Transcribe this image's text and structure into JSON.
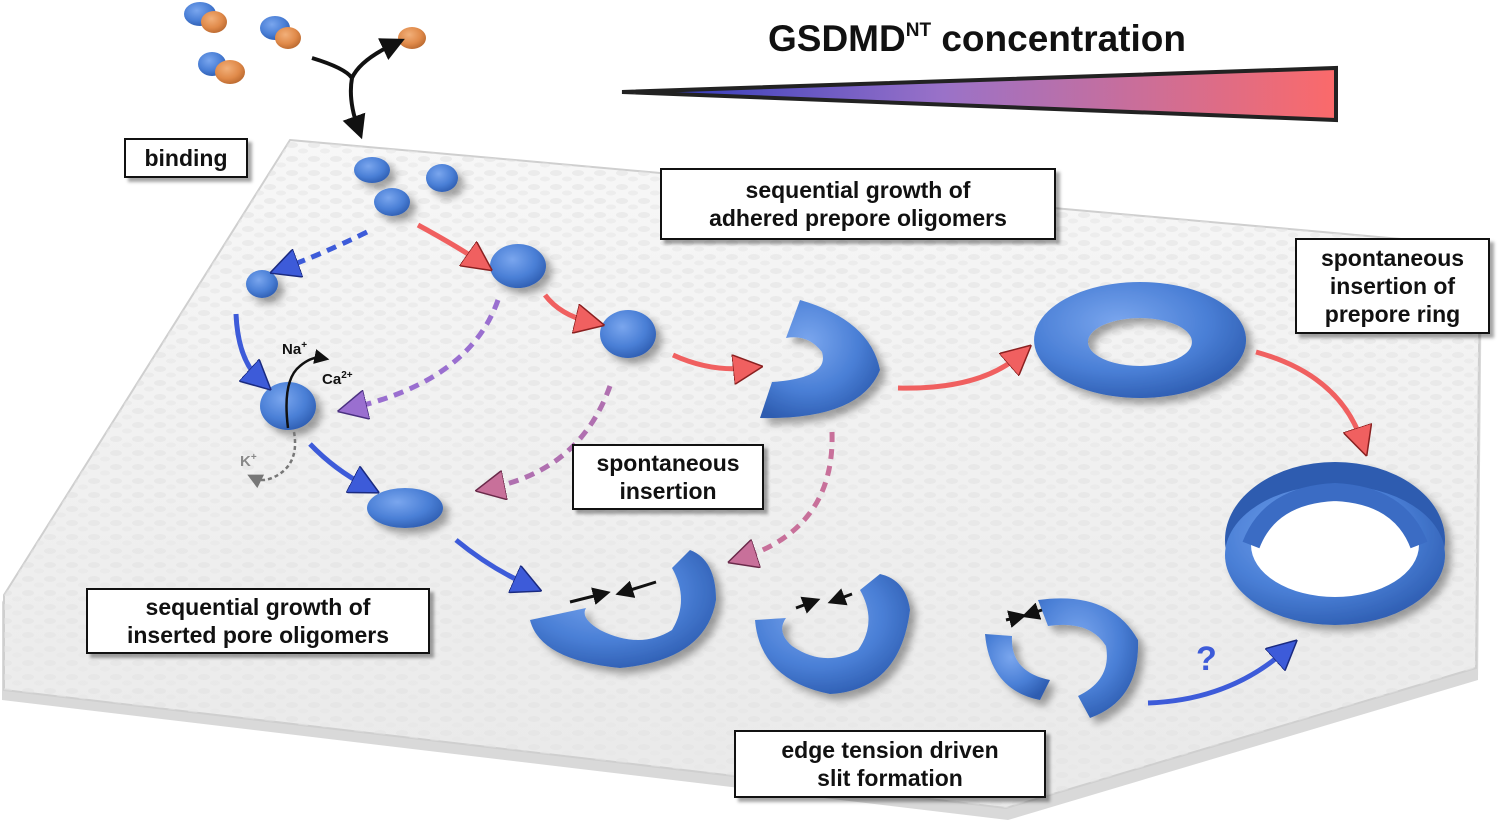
{
  "title": {
    "main": "GSDMD",
    "superscript": "NT",
    "rest": " concentration"
  },
  "labels": {
    "binding": "binding",
    "prepore_growth": [
      "sequential growth of",
      "adhered prepore oligomers"
    ],
    "spontaneous_insertion_ring": [
      "spontaneous",
      "insertion of",
      "prepore ring"
    ],
    "spontaneous_insertion": [
      "spontaneous",
      "insertion"
    ],
    "inserted_growth": [
      "sequential growth of",
      "inserted pore oligomers"
    ],
    "edge_tension": [
      "edge tension driven",
      "slit formation"
    ]
  },
  "ions": {
    "na": "Na",
    "na_charge": "+",
    "ca": "Ca",
    "ca_charge": "2+",
    "k": "K",
    "k_charge": "+"
  },
  "question_mark": "?",
  "colors": {
    "protein_blue": "#4a7fd6",
    "protein_orange": "#e08a4a",
    "arrow_red": "#f06060",
    "arrow_blue": "#3d5bd9",
    "arrow_purple": "#9a6fd0",
    "arrow_mauve": "#c8709a",
    "gradient_start": "#3344cc",
    "gradient_mid": "#a070c0",
    "gradient_end": "#f86868",
    "membrane": "#f2f2f2"
  }
}
